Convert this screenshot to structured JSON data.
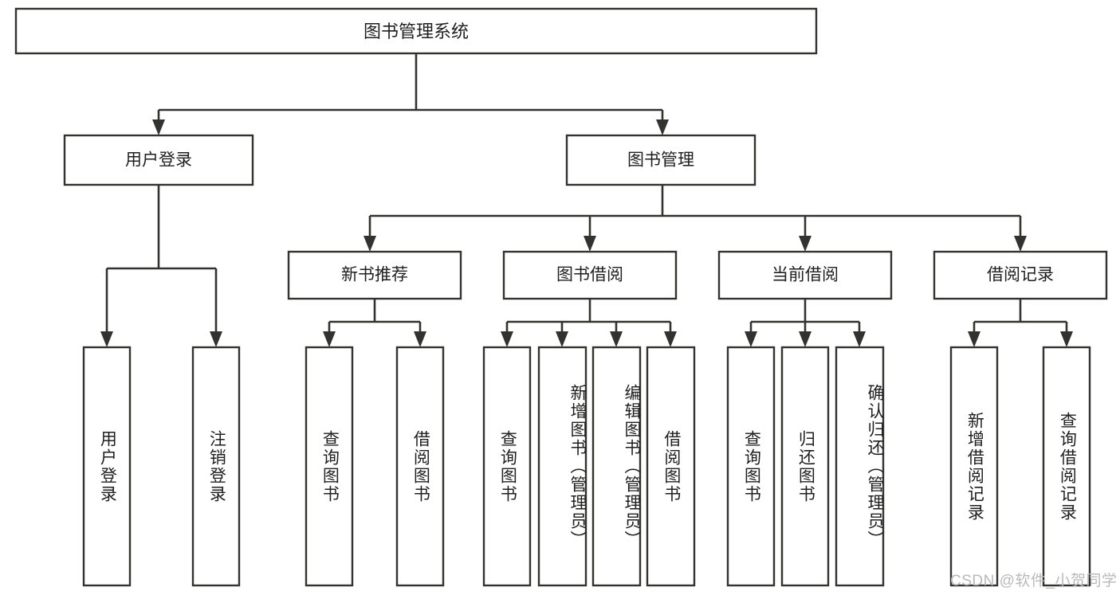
{
  "diagram": {
    "type": "tree-hierarchy-chart",
    "title": "图书管理系统",
    "stroke_color": "#33322f",
    "box_fill": "#ffffff",
    "text_color": "#1f1f1f",
    "background": "#ffffff",
    "levels": [
      {
        "level": 1,
        "nodes": [
          {
            "id": "root",
            "label": "图书管理系统",
            "orientation": "horizontal"
          }
        ]
      },
      {
        "level": 2,
        "nodes": [
          {
            "id": "login",
            "label": "用户登录",
            "orientation": "horizontal",
            "parent": "root"
          },
          {
            "id": "bookmgmt",
            "label": "图书管理",
            "orientation": "horizontal",
            "parent": "root"
          }
        ]
      },
      {
        "level": 3,
        "nodes": [
          {
            "id": "newbook",
            "label": "新书推荐",
            "orientation": "horizontal",
            "parent": "bookmgmt"
          },
          {
            "id": "borrow",
            "label": "图书借阅",
            "orientation": "horizontal",
            "parent": "bookmgmt"
          },
          {
            "id": "current",
            "label": "当前借阅",
            "orientation": "horizontal",
            "parent": "bookmgmt"
          },
          {
            "id": "record",
            "label": "借阅记录",
            "orientation": "horizontal",
            "parent": "bookmgmt"
          }
        ]
      },
      {
        "level": 4,
        "nodes": [
          {
            "id": "leaf-1",
            "label": "用户登录",
            "orientation": "vertical",
            "parent": "login"
          },
          {
            "id": "leaf-2",
            "label": "注销登录",
            "orientation": "vertical",
            "parent": "login"
          },
          {
            "id": "leaf-3",
            "label": "查询图书",
            "orientation": "vertical",
            "parent": "newbook"
          },
          {
            "id": "leaf-4",
            "label": "借阅图书",
            "orientation": "vertical",
            "parent": "newbook"
          },
          {
            "id": "leaf-5",
            "label": "查询图书",
            "orientation": "vertical",
            "parent": "borrow"
          },
          {
            "id": "leaf-6",
            "label": "新增图书（管理员）",
            "orientation": "vertical",
            "parent": "borrow"
          },
          {
            "id": "leaf-7",
            "label": "编辑图书（管理员）",
            "orientation": "vertical",
            "parent": "borrow"
          },
          {
            "id": "leaf-8",
            "label": "借阅图书",
            "orientation": "vertical",
            "parent": "borrow"
          },
          {
            "id": "leaf-9",
            "label": "查询图书",
            "orientation": "vertical",
            "parent": "current"
          },
          {
            "id": "leaf-10",
            "label": "归还图书",
            "orientation": "vertical",
            "parent": "current"
          },
          {
            "id": "leaf-11",
            "label": "确认归还（管理员）",
            "orientation": "vertical",
            "parent": "current"
          },
          {
            "id": "leaf-12",
            "label": "新增借阅记录",
            "orientation": "vertical",
            "parent": "record"
          },
          {
            "id": "leaf-13",
            "label": "查询借阅记录",
            "orientation": "vertical",
            "parent": "record"
          }
        ]
      }
    ]
  },
  "watermark": {
    "text": "CSDN @软件_小贺同学"
  }
}
